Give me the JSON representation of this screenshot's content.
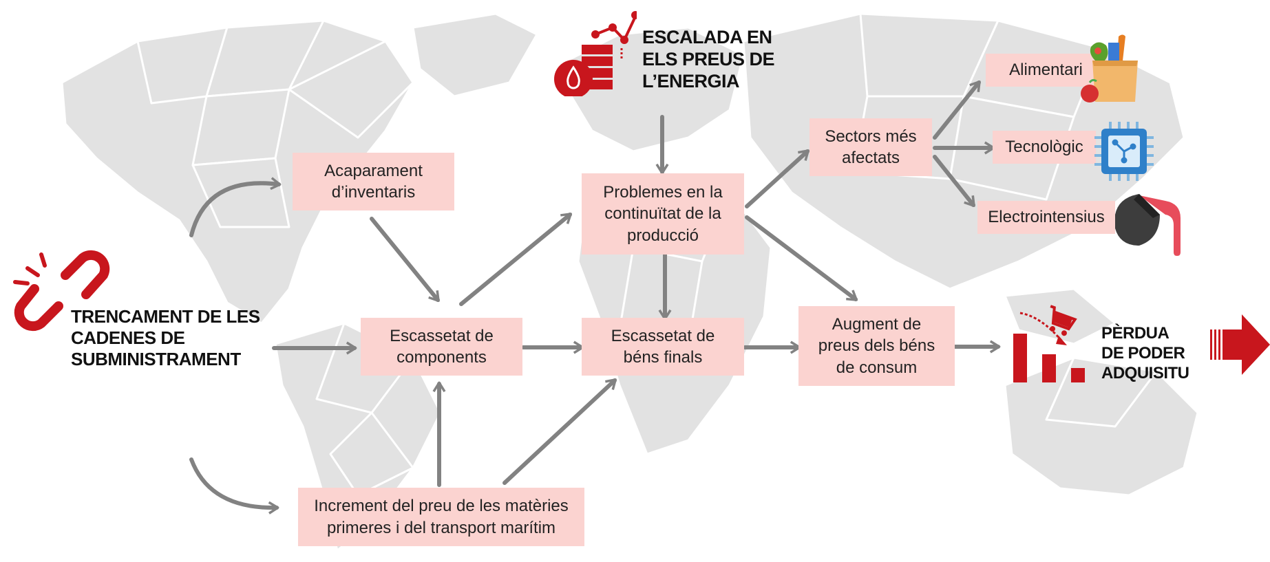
{
  "colors": {
    "accent": "#c8161d",
    "box": "#fbd3d0",
    "arrow": "#828282",
    "map": "#d7d7d7"
  },
  "headings": {
    "supply_chain_break": "TRENCAMENT DE LES\nCADENES DE\nSUBMINISTRAMENT",
    "energy_price_escalation": "ESCALADA EN\nELS PREUS DE\nL’ENERGIA",
    "purchasing_power_loss": "PÈRDUA\nDE PODER\nADQUISITU"
  },
  "boxes": {
    "inventory_hoarding": "Acaparament\nd’inventaris",
    "component_shortage": "Escassetat de\ncomponents",
    "raw_material_increase": "Increment del preu de les matèries\nprimeres i del transport marítim",
    "production_continuity": "Problemes en la\ncontinuïtat de la\nproducció",
    "final_goods_shortage": "Escassetat de\nbéns finals",
    "most_affected_sectors": "Sectors més\nafectats",
    "consumer_price_increase": "Augment de\npreus dels béns\nde consum"
  },
  "sectors": [
    "Alimentari",
    "Tecnològic",
    "Electrointensius"
  ],
  "icons": [
    "broken-chain-icon",
    "energy-barrel-chart-icon",
    "food-bag-icon",
    "microchip-icon",
    "metal-pouring-icon",
    "falling-bars-cart-icon",
    "red-arrow-icon"
  ]
}
